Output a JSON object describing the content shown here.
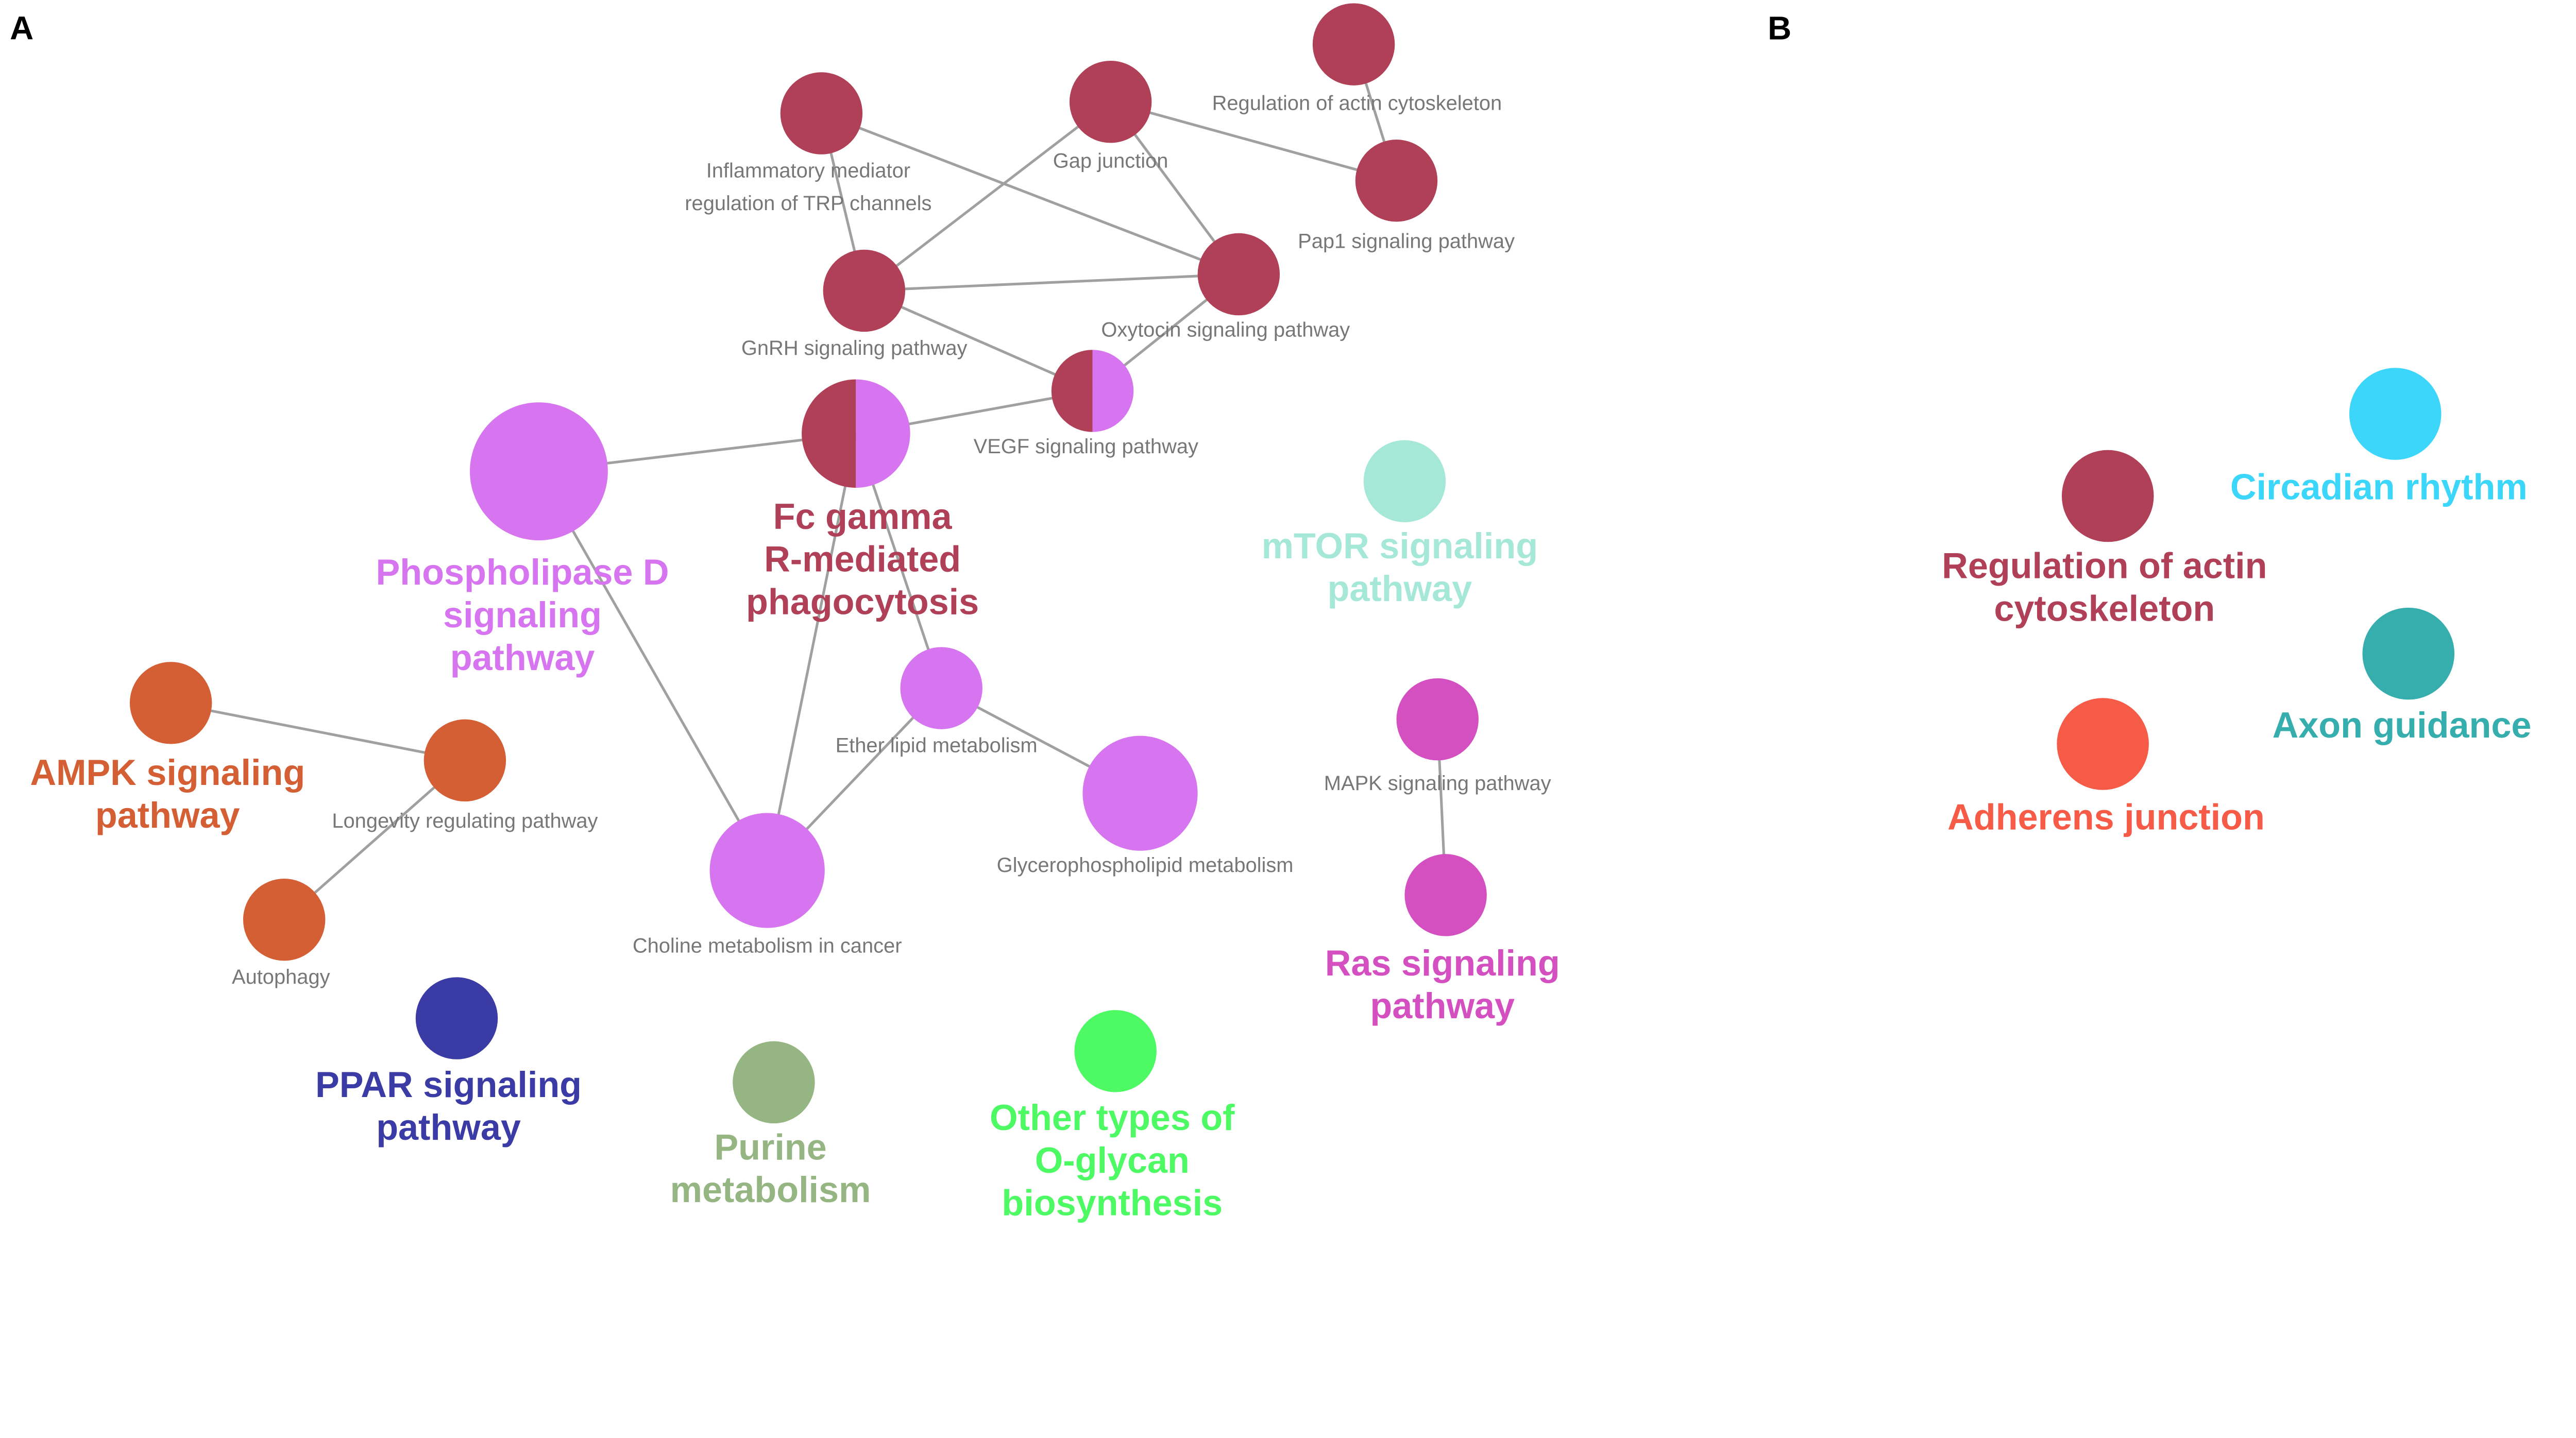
{
  "panels": {
    "a": "A",
    "b": "B"
  },
  "colors": {
    "actin": "#b04057",
    "pld": "#d675ef",
    "mtor": "#a6e8d7",
    "ras": "#d44fc0",
    "ampk": "#d55f34",
    "ppar": "#3b3ba6",
    "purine": "#95b583",
    "oglycan": "#4dfa63",
    "circadian": "#3bd6fa",
    "axon": "#36aead",
    "adherens": "#f65b47",
    "edge": "#a0a0a0",
    "small_label": "#777777"
  },
  "nodes": [
    {
      "id": "reg_actin_a",
      "label": [
        "Regulation of actin cytoskeleton"
      ],
      "groups": [
        "actin"
      ],
      "style": "small"
    },
    {
      "id": "gap",
      "label": [
        "Gap junction"
      ],
      "groups": [
        "actin"
      ],
      "style": "small"
    },
    {
      "id": "inflam",
      "label": [
        "Inflammatory mediator",
        "regulation of TRP channels"
      ],
      "groups": [
        "actin"
      ],
      "style": "small"
    },
    {
      "id": "pap1",
      "label": [
        "Pap1 signaling pathway"
      ],
      "groups": [
        "actin"
      ],
      "style": "small"
    },
    {
      "id": "oxytocin",
      "label": [
        "Oxytocin signaling pathway"
      ],
      "groups": [
        "actin"
      ],
      "style": "small"
    },
    {
      "id": "gnrh",
      "label": [
        "GnRH signaling pathway"
      ],
      "groups": [
        "actin"
      ],
      "style": "small"
    },
    {
      "id": "vegf",
      "label": [
        "VEGF signaling pathway"
      ],
      "groups": [
        "actin",
        "pld"
      ],
      "style": "small"
    },
    {
      "id": "fc",
      "label": [
        "Fc gamma",
        "R-mediated",
        "phagocytosis"
      ],
      "groups": [
        "actin",
        "pld"
      ],
      "style": "big",
      "label_color": "actin"
    },
    {
      "id": "pld",
      "label": [
        "Phospholipase D",
        "signaling",
        "pathway"
      ],
      "groups": [
        "pld"
      ],
      "style": "big",
      "label_color": "pld"
    },
    {
      "id": "mtor",
      "label": [
        "mTOR signaling",
        "pathway"
      ],
      "groups": [
        "mtor"
      ],
      "style": "big",
      "label_color": "mtor"
    },
    {
      "id": "ether",
      "label": [
        "Ether lipid metabolism"
      ],
      "groups": [
        "pld"
      ],
      "style": "small"
    },
    {
      "id": "glycero",
      "label": [
        "Glycerophospholipid metabolism"
      ],
      "groups": [
        "pld"
      ],
      "style": "small"
    },
    {
      "id": "mapk",
      "label": [
        "MAPK signaling pathway"
      ],
      "groups": [
        "ras"
      ],
      "style": "small"
    },
    {
      "id": "ras",
      "label": [
        "Ras signaling",
        "pathway"
      ],
      "groups": [
        "ras"
      ],
      "style": "big",
      "label_color": "ras"
    },
    {
      "id": "ampk",
      "label": [
        "AMPK signaling",
        "pathway"
      ],
      "groups": [
        "ampk"
      ],
      "style": "big",
      "label_color": "ampk"
    },
    {
      "id": "longevity",
      "label": [
        "Longevity regulating pathway"
      ],
      "groups": [
        "ampk"
      ],
      "style": "small"
    },
    {
      "id": "autophagy",
      "label": [
        "Autophagy"
      ],
      "groups": [
        "ampk"
      ],
      "style": "small"
    },
    {
      "id": "choline",
      "label": [
        "Choline metabolism in cancer"
      ],
      "groups": [
        "pld"
      ],
      "style": "small"
    },
    {
      "id": "ppar",
      "label": [
        "PPAR signaling",
        "pathway"
      ],
      "groups": [
        "ppar"
      ],
      "style": "big",
      "label_color": "ppar"
    },
    {
      "id": "purine",
      "label": [
        "Purine",
        "metabolism"
      ],
      "groups": [
        "purine"
      ],
      "style": "big",
      "label_color": "purine"
    },
    {
      "id": "oglycan",
      "label": [
        "Other types of",
        "O-glycan",
        "biosynthesis"
      ],
      "groups": [
        "oglycan"
      ],
      "style": "big",
      "label_color": "oglycan"
    },
    {
      "id": "circadian",
      "label": [
        "Circadian rhythm"
      ],
      "groups": [
        "circadian"
      ],
      "style": "big",
      "label_color": "circadian"
    },
    {
      "id": "reg_actin_b",
      "label": [
        "Regulation of actin",
        "cytoskeleton"
      ],
      "groups": [
        "actin"
      ],
      "style": "big",
      "label_color": "actin"
    },
    {
      "id": "axon",
      "label": [
        "Axon guidance"
      ],
      "groups": [
        "axon"
      ],
      "style": "big",
      "label_color": "axon"
    },
    {
      "id": "adherens",
      "label": [
        "Adherens junction"
      ],
      "groups": [
        "adherens"
      ],
      "style": "big",
      "label_color": "adherens"
    }
  ],
  "edges": [
    [
      "inflam",
      "gnrh"
    ],
    [
      "inflam",
      "oxytocin"
    ],
    [
      "gap",
      "gnrh"
    ],
    [
      "gap",
      "oxytocin"
    ],
    [
      "gap",
      "pap1"
    ],
    [
      "reg_actin_a",
      "pap1"
    ],
    [
      "gnrh",
      "oxytocin"
    ],
    [
      "gnrh",
      "vegf"
    ],
    [
      "oxytocin",
      "vegf"
    ],
    [
      "vegf",
      "fc"
    ],
    [
      "fc",
      "pld"
    ],
    [
      "fc",
      "choline"
    ],
    [
      "fc",
      "ether"
    ],
    [
      "pld",
      "choline"
    ],
    [
      "ether",
      "choline"
    ],
    [
      "ether",
      "glycero"
    ],
    [
      "mapk",
      "ras"
    ],
    [
      "ampk",
      "longevity"
    ],
    [
      "longevity",
      "autophagy"
    ]
  ]
}
